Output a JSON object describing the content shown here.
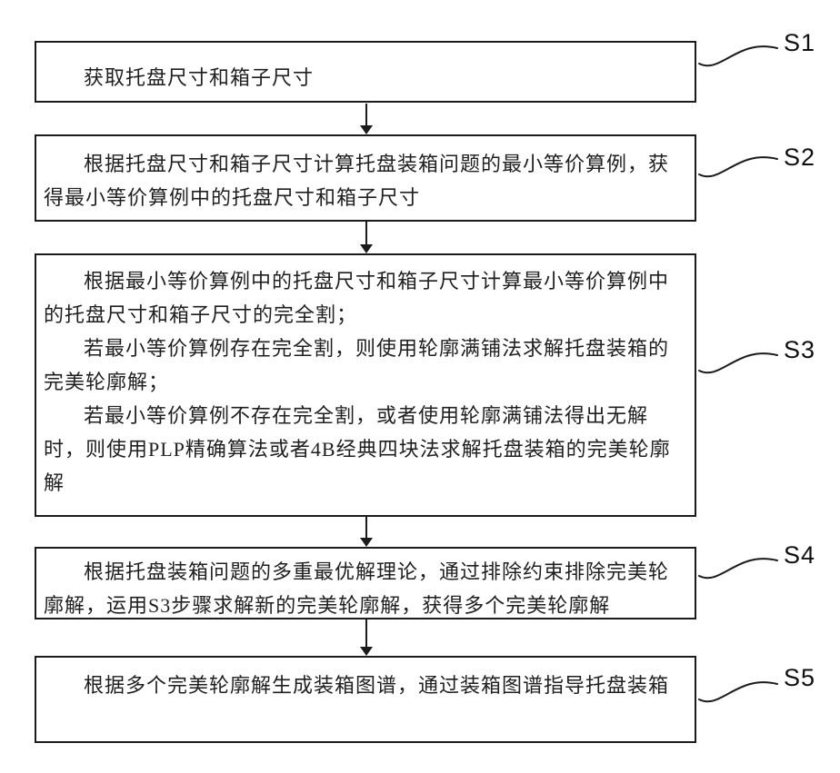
{
  "figure": {
    "background_color": "#ffffff",
    "line_color": "#1b1b1b",
    "steps": [
      {
        "label": "S1",
        "paragraphs": [
          "获取托盘尺寸和箱子尺寸"
        ]
      },
      {
        "label": "S2",
        "paragraphs": [
          "根据托盘尺寸和箱子尺寸计算托盘装箱问题的最小等价算例，获得最小等价算例中的托盘尺寸和箱子尺寸"
        ]
      },
      {
        "label": "S3",
        "paragraphs": [
          "根据最小等价算例中的托盘尺寸和箱子尺寸计算最小等价算例中的托盘尺寸和箱子尺寸的完全割；",
          "若最小等价算例存在完全割，则使用轮廓满铺法求解托盘装箱的完美轮廓解；",
          "若最小等价算例不存在完全割，或者使用轮廓满铺法得出无解时，则使用PLP精确算法或者4B经典四块法求解托盘装箱的完美轮廓解"
        ]
      },
      {
        "label": "S4",
        "paragraphs": [
          "根据托盘装箱问题的多重最优解理论，通过排除约束排除完美轮廓解，运用S3步骤求解新的完美轮廓解，获得多个完美轮廓解"
        ]
      },
      {
        "label": "S5",
        "paragraphs": [
          "根据多个完美轮廓解生成装箱图谱，通过装箱图谱指导托盘装箱"
        ]
      }
    ]
  }
}
